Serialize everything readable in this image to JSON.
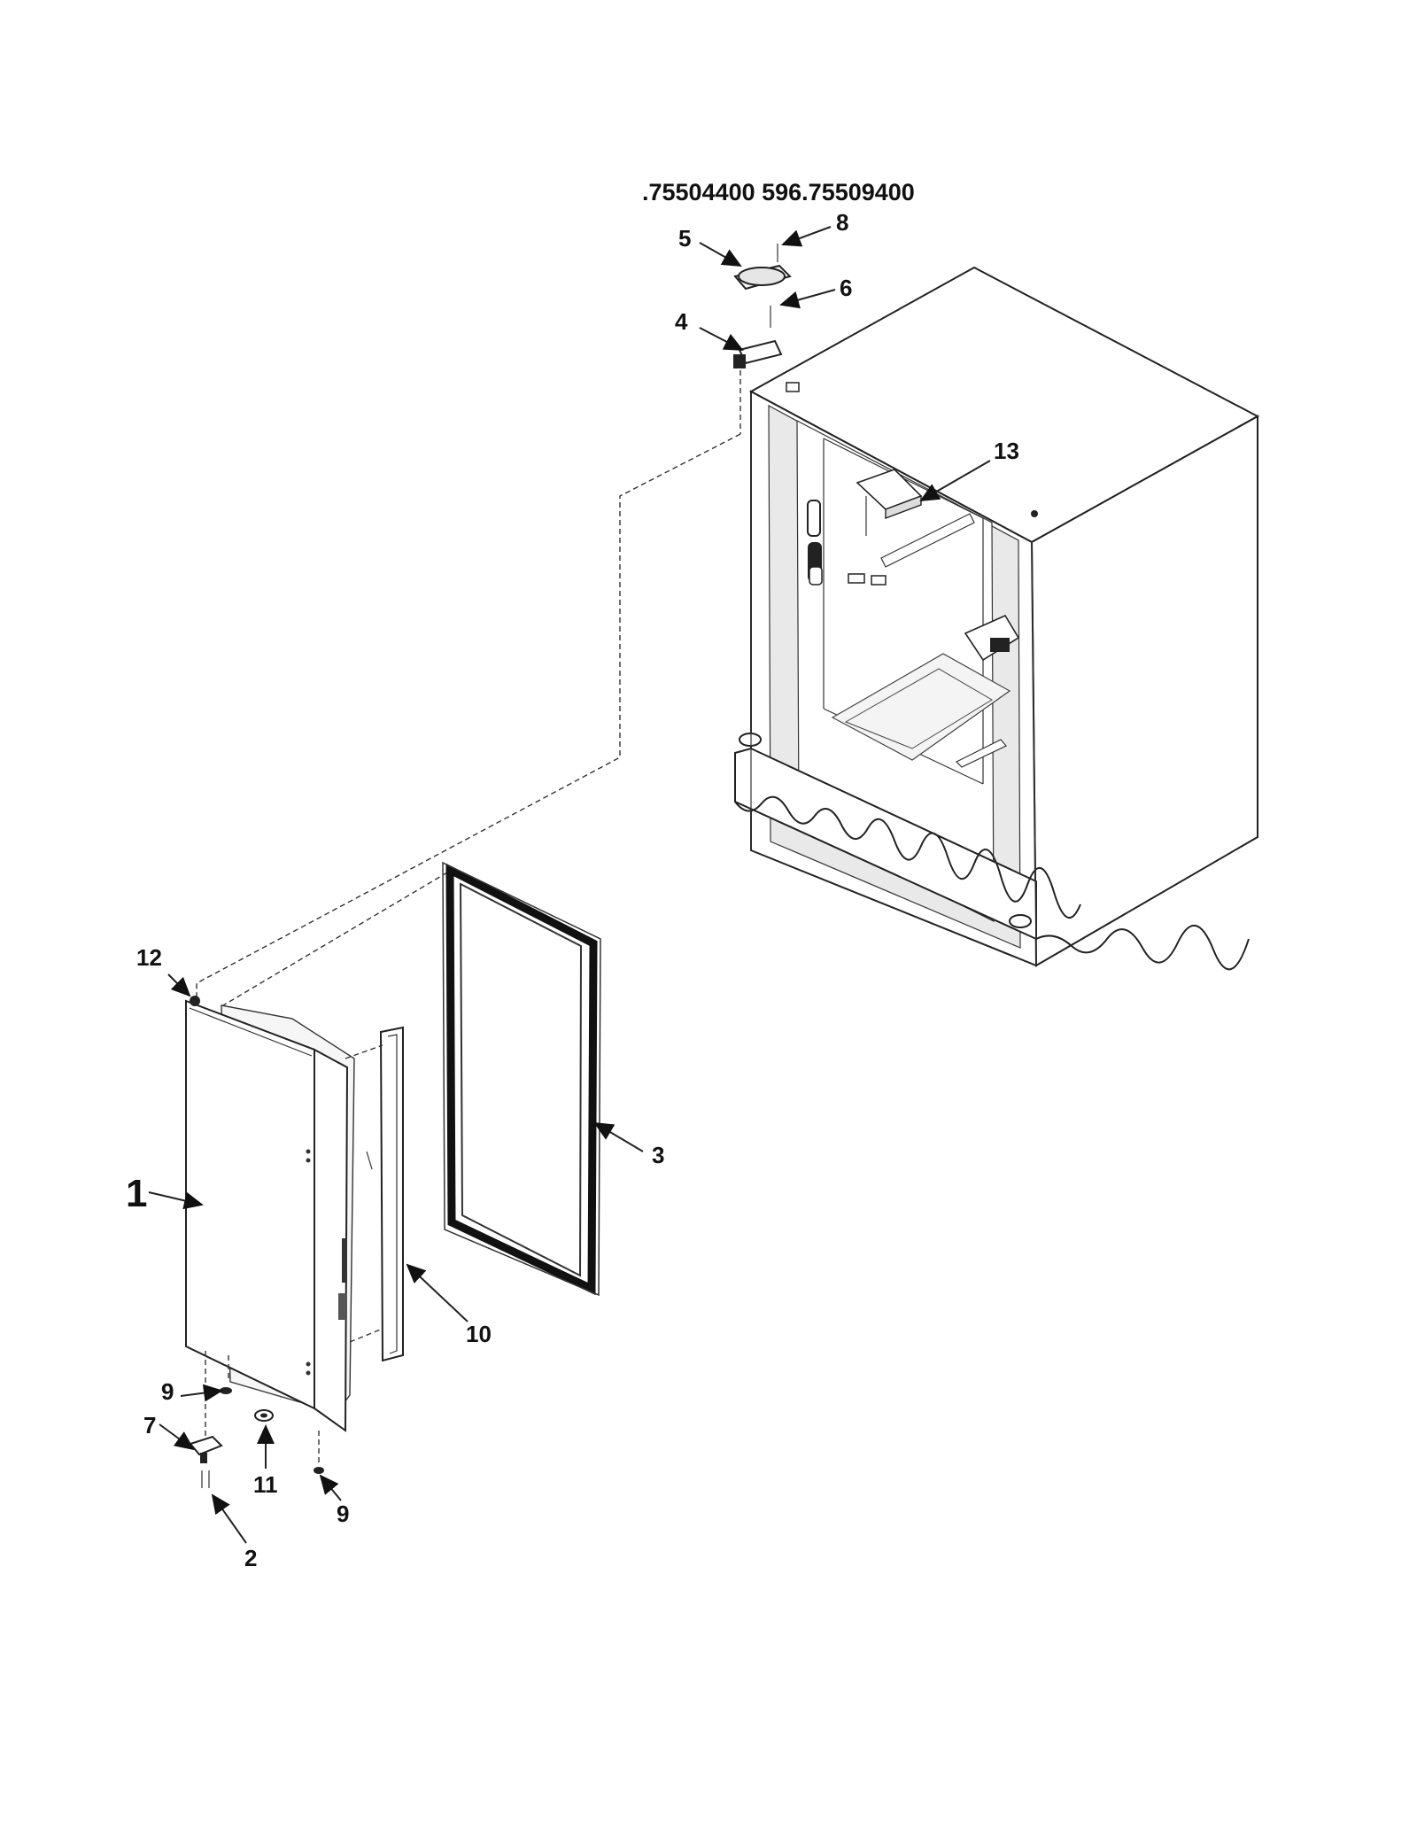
{
  "header": {
    "model_text": ".75504400 596.75509400"
  },
  "callouts": {
    "c1": "1",
    "c2": "2",
    "c3": "3",
    "c4": "4",
    "c5": "5",
    "c6": "6",
    "c7": "7",
    "c8": "8",
    "c9a": "9",
    "c9b": "9",
    "c10": "10",
    "c11": "11",
    "c12": "12",
    "c13": "13"
  },
  "colors": {
    "line": "#222222",
    "background": "#ffffff"
  }
}
